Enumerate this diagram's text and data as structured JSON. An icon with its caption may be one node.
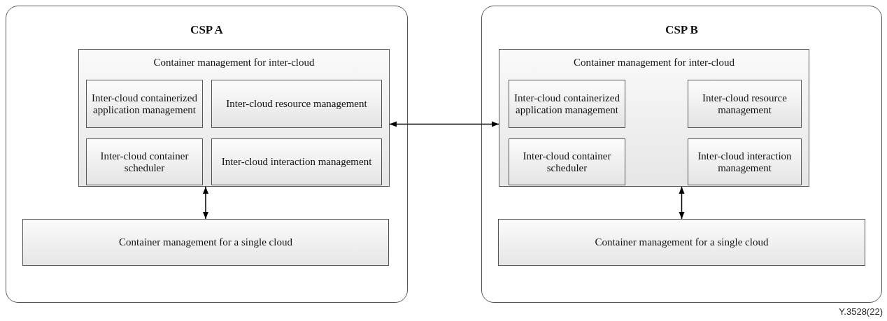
{
  "diagram": {
    "nodes": [
      {
        "text": [
          "CSP A"
        ]
      },
      {
        "text": [
          "Container management for inter-cloud"
        ],
        "in": 0
      },
      {
        "text": [
          "Inter-cloud containerized application management"
        ],
        "in": 1
      },
      {
        "text": [
          "Inter-cloud resource management"
        ],
        "in": 1
      },
      {
        "text": [
          "Inter-cloud container scheduler"
        ],
        "in": 1
      },
      {
        "text": [
          "Inter-cloud interaction management"
        ],
        "in": 1
      },
      {
        "text": [
          "Container management for a single cloud"
        ],
        "in": 0
      },
      {
        "text": [
          "CSP B"
        ]
      },
      {
        "text": [
          "Container management for inter-cloud"
        ],
        "in": 7
      },
      {
        "text": [
          "Inter-cloud containerized application management"
        ],
        "in": 8
      },
      {
        "text": [
          "Inter-cloud resource management"
        ],
        "in": 8
      },
      {
        "text": [
          "Inter-cloud container scheduler"
        ],
        "in": 8
      },
      {
        "text": [
          "Inter-cloud interaction management"
        ],
        "in": 8
      },
      {
        "text": [
          "Container management for a single cloud"
        ],
        "in": 7
      }
    ],
    "edges": [
      {
        "from": 1,
        "to": 6,
        "arrow": "both"
      },
      {
        "from": 1,
        "to": 8,
        "arrow": "both"
      },
      {
        "from": 8,
        "to": 13,
        "arrow": "both"
      }
    ],
    "labels": [
      "Y.3528(22)"
    ]
  }
}
